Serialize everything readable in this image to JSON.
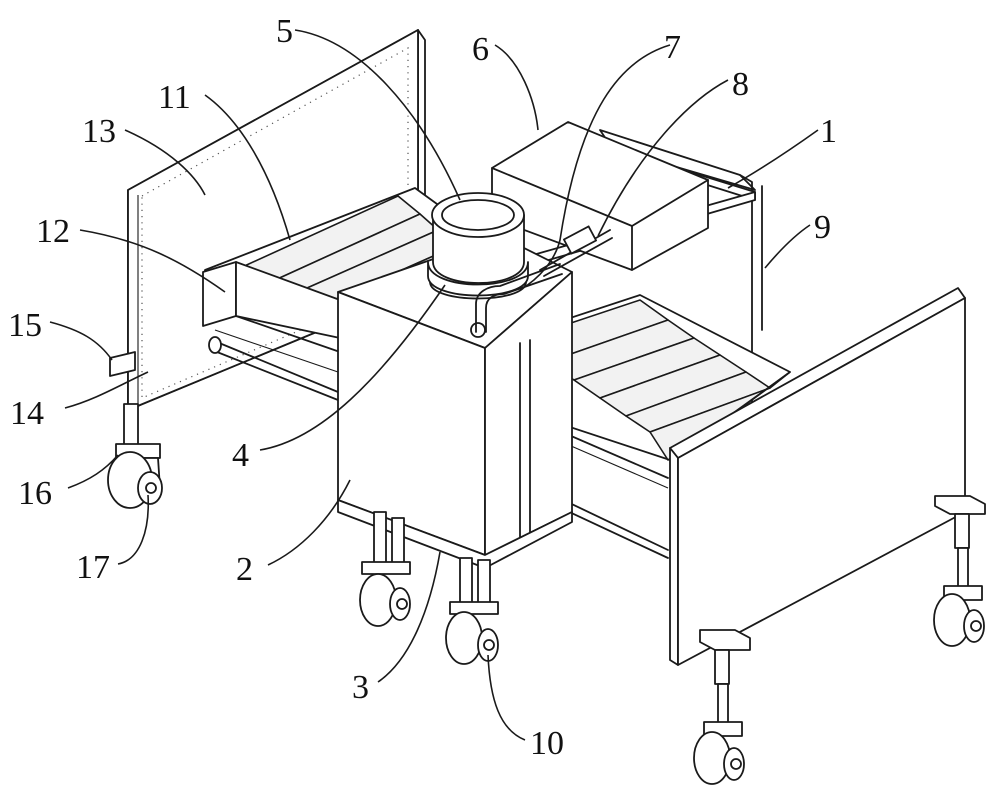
{
  "labels": {
    "l1": "1",
    "l2": "2",
    "l3": "3",
    "l4": "4",
    "l5": "5",
    "l6": "6",
    "l7": "7",
    "l8": "8",
    "l9": "9",
    "l10": "10",
    "l11": "11",
    "l12": "12",
    "l13": "13",
    "l14": "14",
    "l15": "15",
    "l16": "16",
    "l17": "17"
  },
  "colors": {
    "line": "#1a1a1a",
    "background": "#ffffff",
    "dotted_edge": "#555555"
  }
}
